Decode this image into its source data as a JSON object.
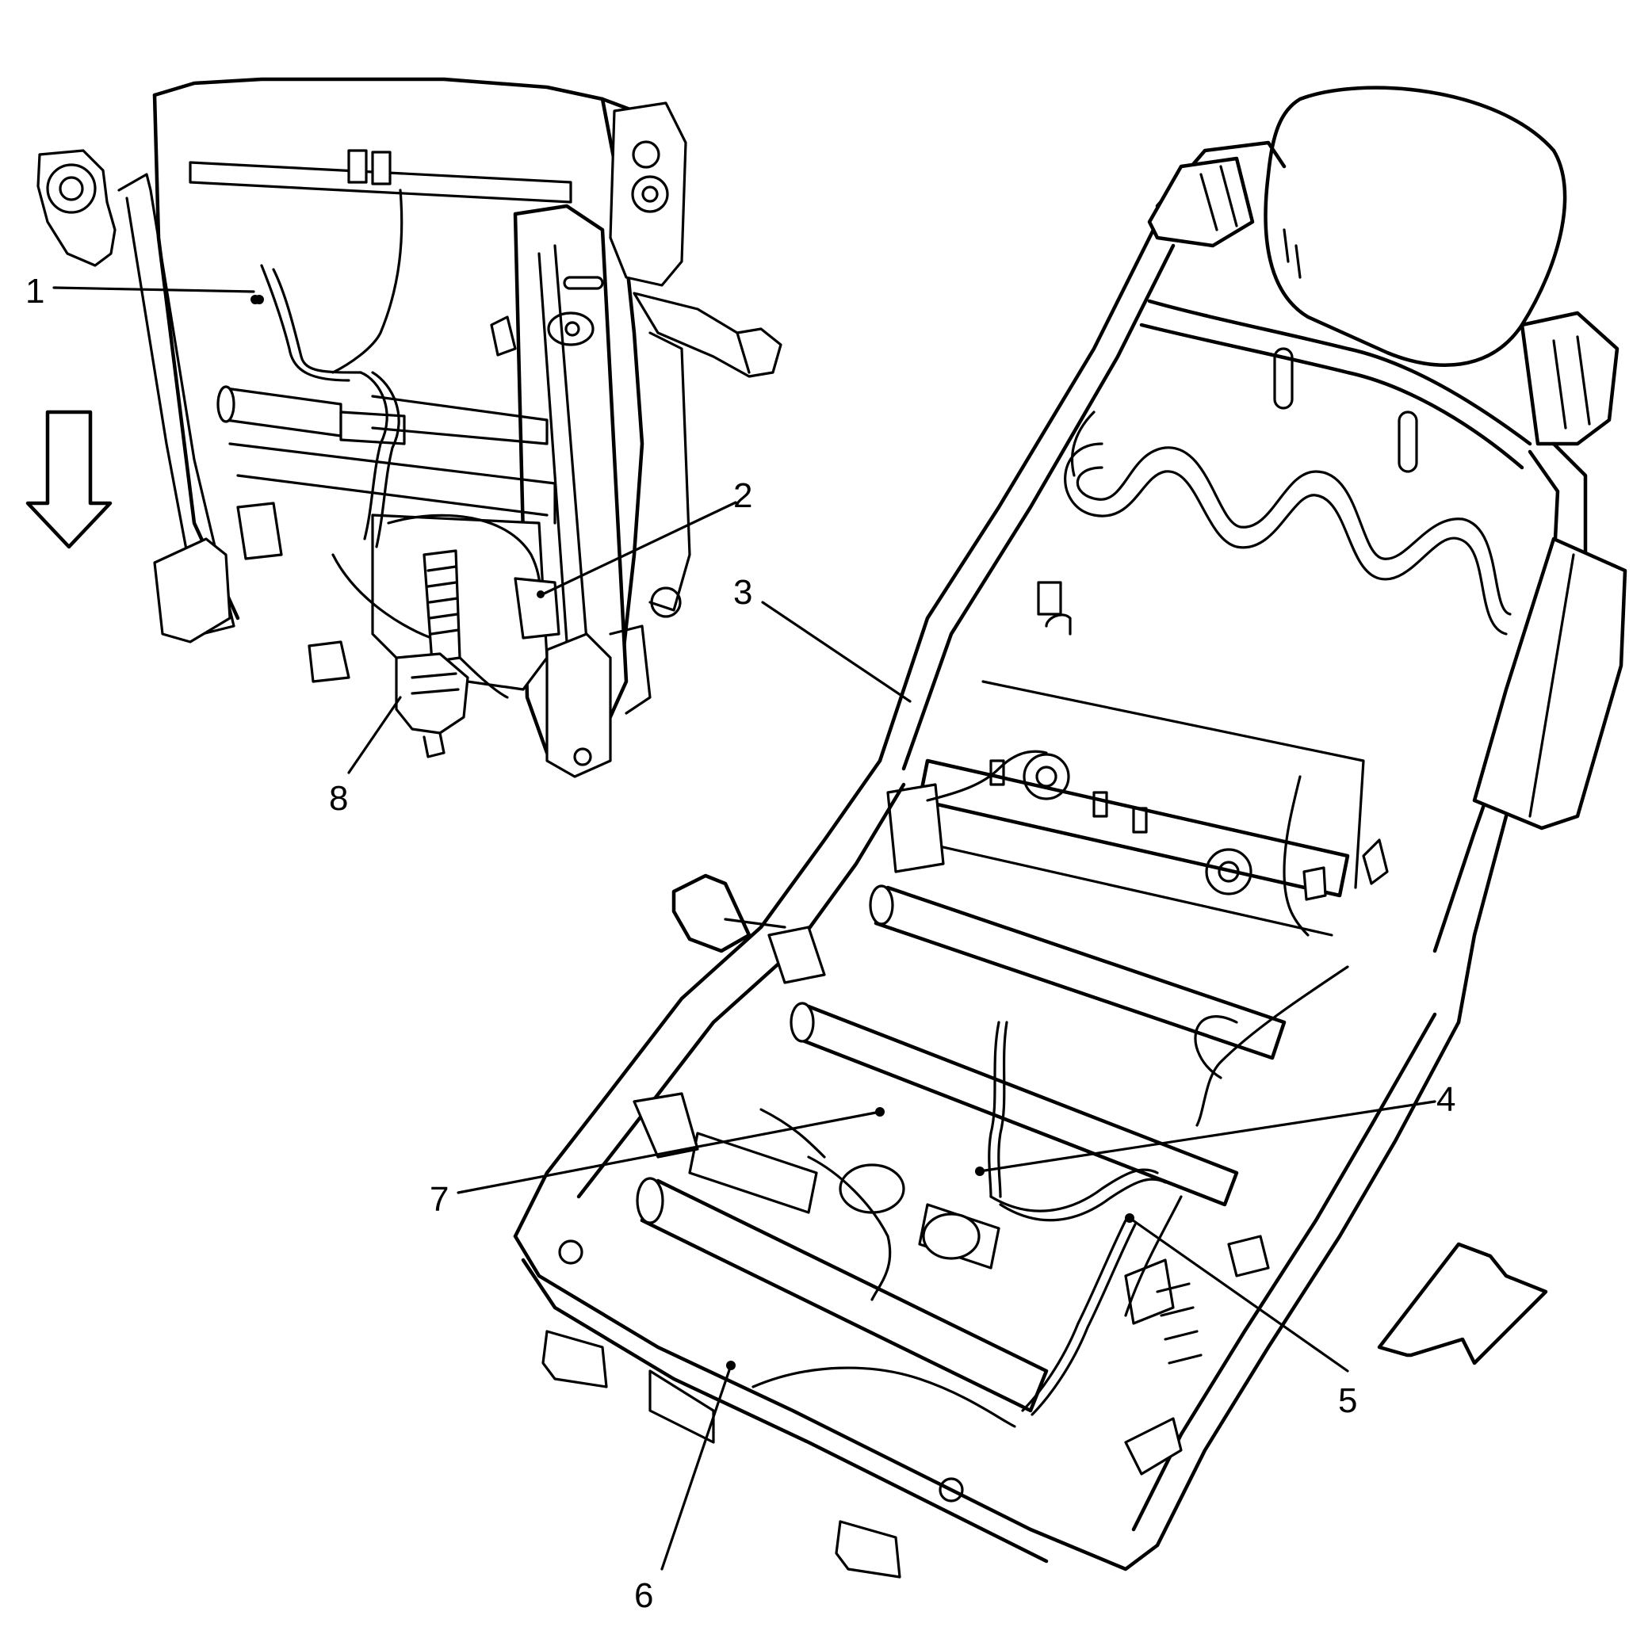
{
  "callouts": [
    {
      "id": "1",
      "label": "1"
    },
    {
      "id": "2",
      "label": "2"
    },
    {
      "id": "3",
      "label": "3"
    },
    {
      "id": "4",
      "label": "4"
    },
    {
      "id": "5",
      "label": "5"
    },
    {
      "id": "6",
      "label": "6"
    },
    {
      "id": "7",
      "label": "7"
    },
    {
      "id": "8",
      "label": "8"
    }
  ],
  "arrows": [
    {
      "id": "view-arrow-down",
      "icon": "arrow-down-icon"
    },
    {
      "id": "view-arrow-diagonal",
      "icon": "arrow-down-left-icon"
    }
  ],
  "colors": {
    "line": "#000000",
    "background": "#ffffff"
  }
}
